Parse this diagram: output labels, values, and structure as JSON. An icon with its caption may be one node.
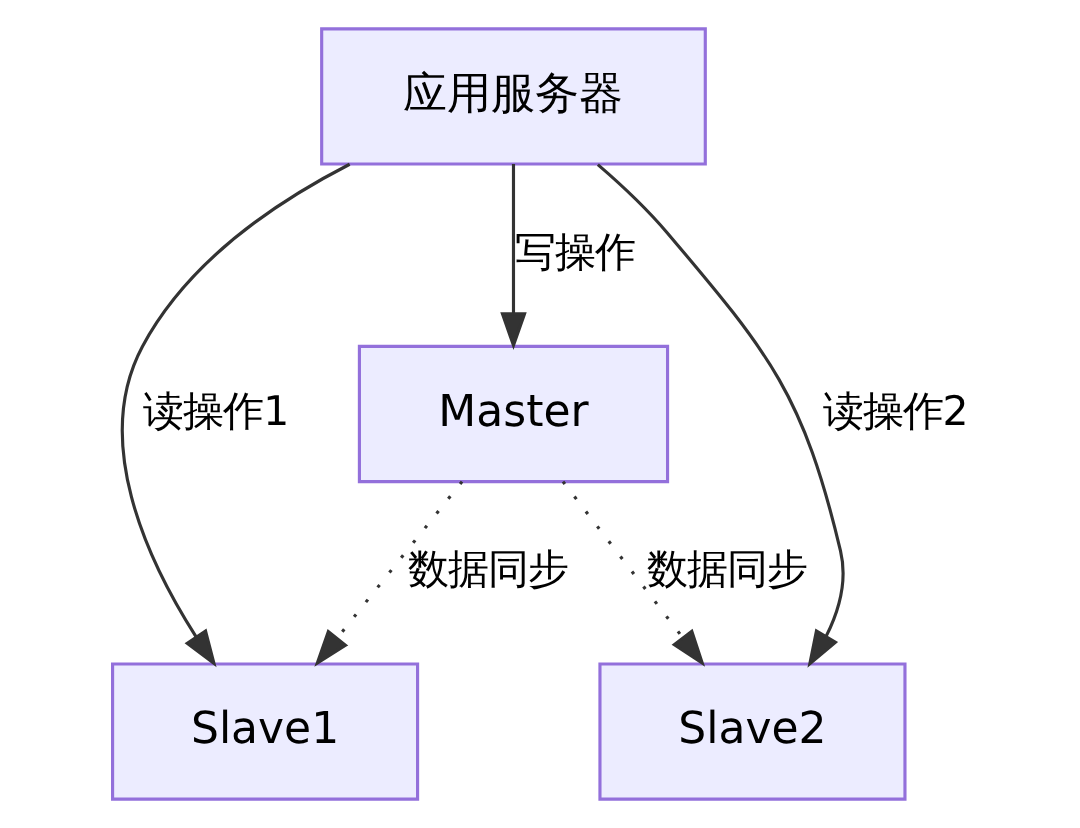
{
  "diagram": {
    "nodes": [
      {
        "text": [
          "应用服务器"
        ]
      },
      {
        "text": [
          "Master"
        ]
      },
      {
        "text": [
          "Slave1"
        ]
      },
      {
        "text": [
          "Slave2"
        ]
      }
    ],
    "edges": [
      {
        "from": 0,
        "to": 1,
        "arrow": "to",
        "label": "写操作"
      },
      {
        "from": 0,
        "to": 2,
        "arrow": "to",
        "label": "读操作1"
      },
      {
        "from": 0,
        "to": 3,
        "arrow": "to",
        "label": "读操作2"
      },
      {
        "from": 1,
        "to": 2,
        "arrow": "to",
        "label": "数据同步",
        "style": "dashed"
      },
      {
        "from": 1,
        "to": 3,
        "arrow": "to",
        "label": "数据同步",
        "style": "dashed"
      }
    ]
  }
}
